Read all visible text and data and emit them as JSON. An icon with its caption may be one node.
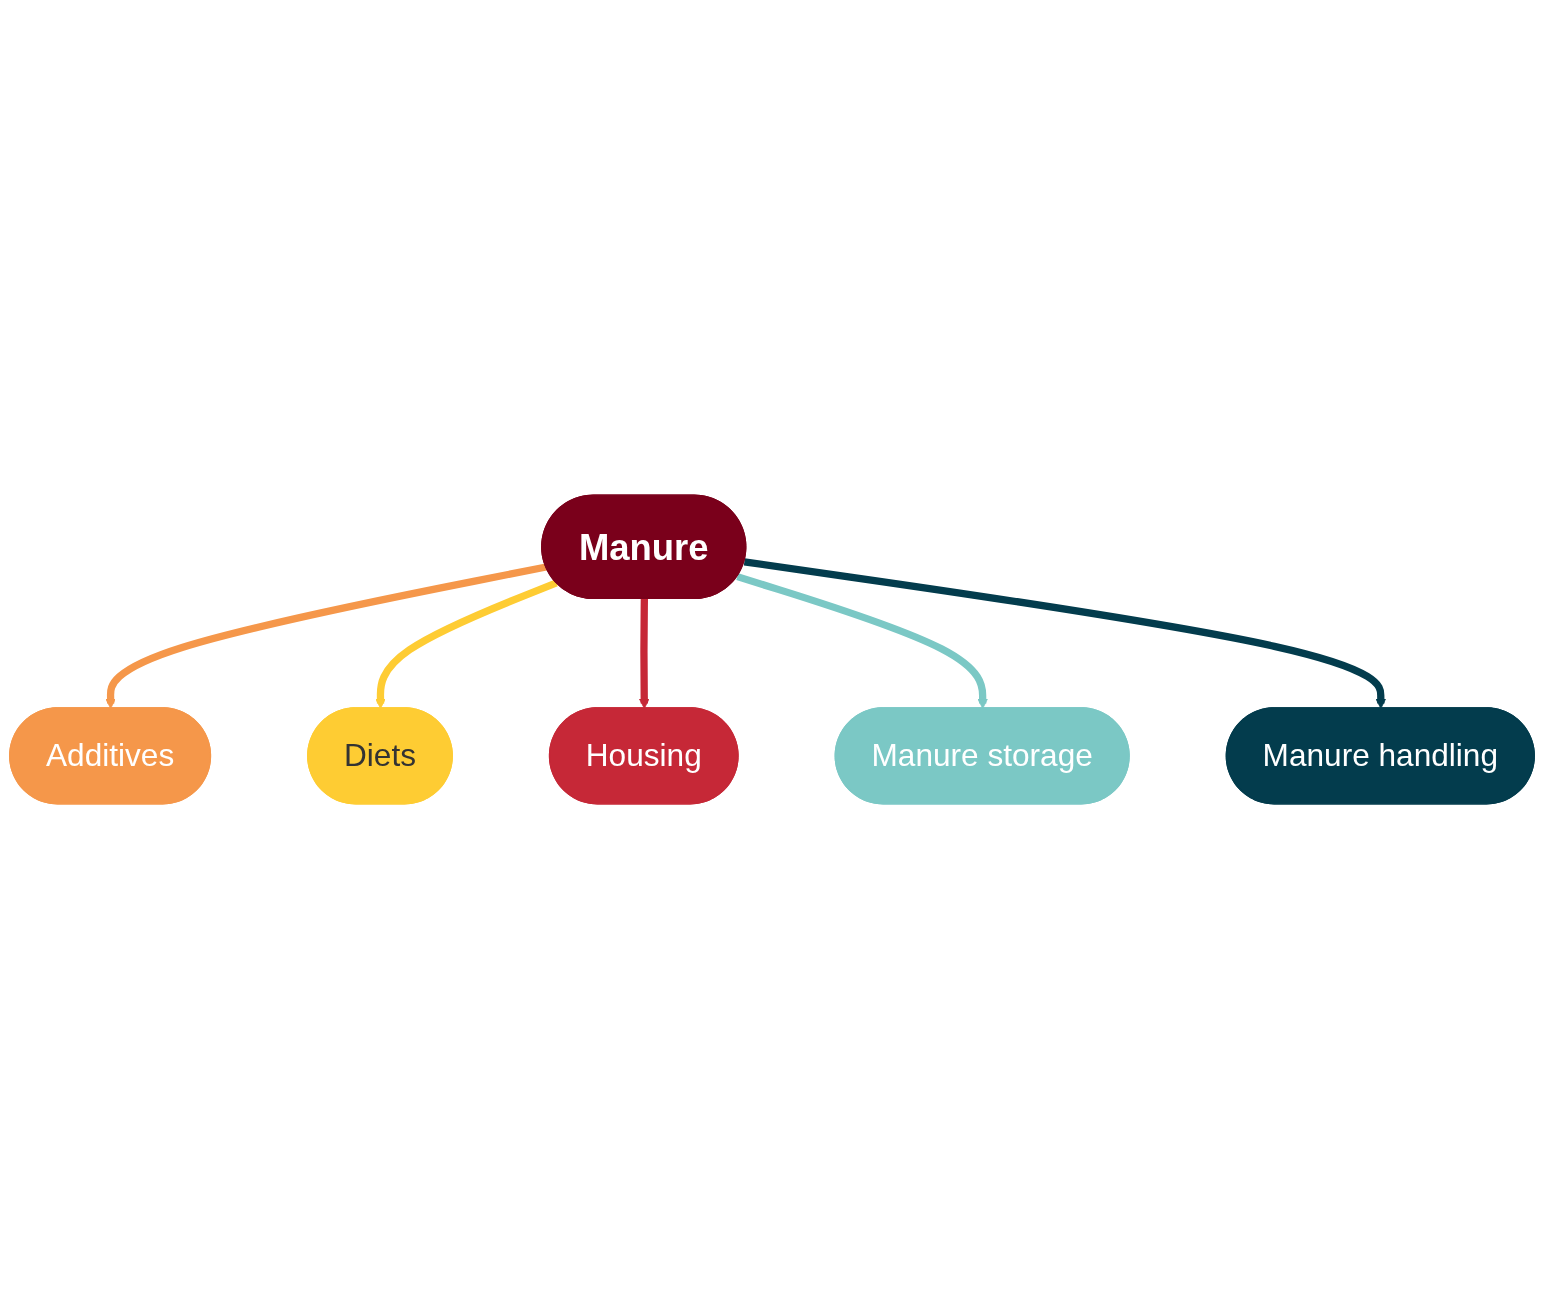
{
  "diagram": {
    "nodes": [
      {
        "text": [
          "Diets"
        ]
      },
      {
        "text": [
          "Additives"
        ]
      },
      {
        "text": [
          "Housing"
        ]
      },
      {
        "text": [
          "Manure"
        ]
      },
      {
        "text": [
          "Manure storage"
        ]
      },
      {
        "text": [
          "Manure handling"
        ]
      }
    ],
    "edges": [
      {
        "from": 3,
        "to": 1,
        "arrow": "to",
        "color": "#f5974a"
      },
      {
        "from": 3,
        "to": 0,
        "arrow": "to",
        "color": "#fecc33"
      },
      {
        "from": 3,
        "to": 2,
        "arrow": "to",
        "color": "#c62837"
      },
      {
        "from": 3,
        "to": 4,
        "arrow": "to",
        "color": "#7bc8c5"
      },
      {
        "from": 3,
        "to": 5,
        "arrow": "to",
        "color": "#033c4d"
      }
    ]
  }
}
